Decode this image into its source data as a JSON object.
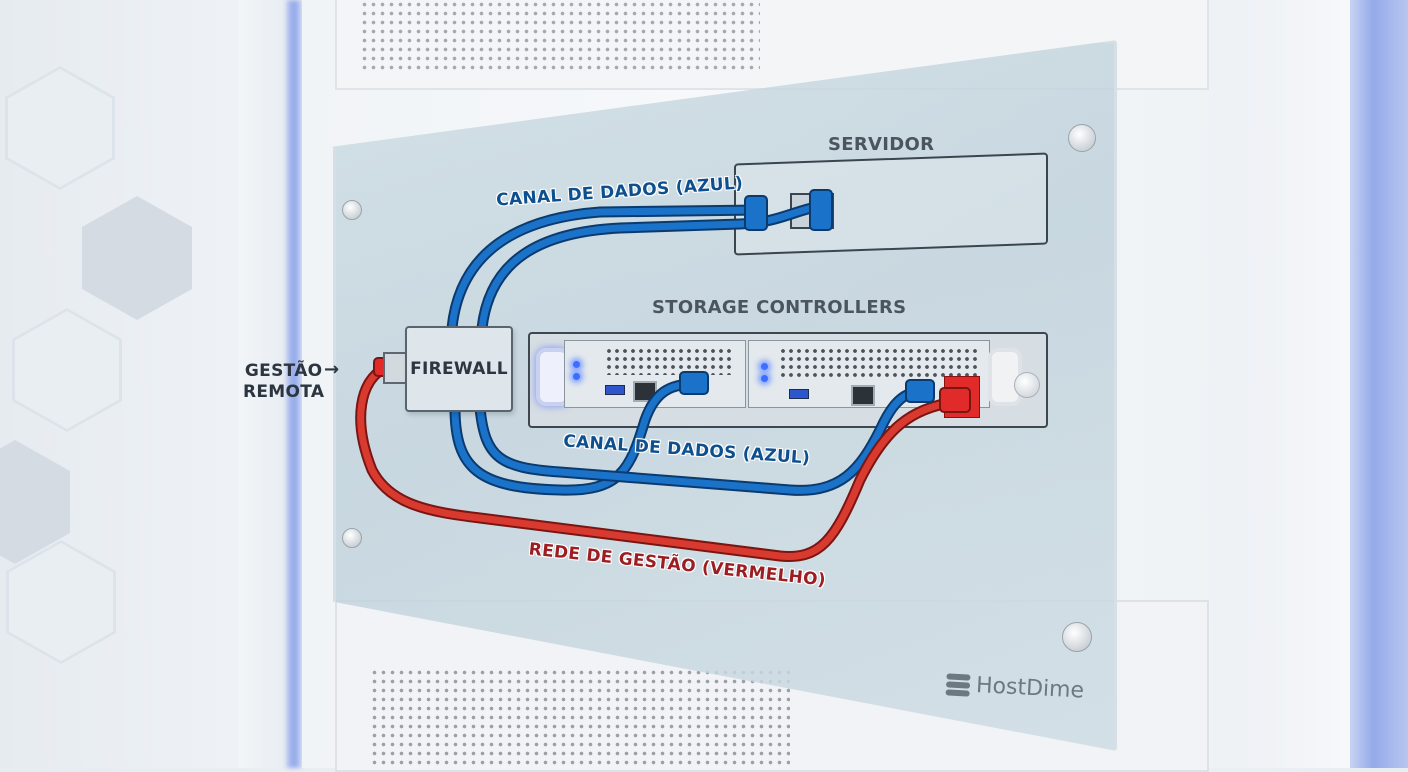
{
  "diagram": {
    "type": "network-cabling-diagram",
    "nodes": {
      "server": {
        "label": "SERVIDOR"
      },
      "storage": {
        "label": "STORAGE CONTROLLERS"
      },
      "firewall": {
        "label": "FIREWALL"
      },
      "remote_management": {
        "label_line1": "GESTÃO",
        "label_line2": "REMOTA",
        "arrow": "→"
      }
    },
    "links": {
      "data_top": {
        "label": "CANAL DE DADOS (AZUL)",
        "color": "#1a73c8"
      },
      "data_bottom": {
        "label": "CANAL DE DADOS (AZUL)",
        "color": "#1a73c8"
      },
      "management": {
        "label": "REDE DE GESTÃO (VERMELHO)",
        "color": "#d83a30"
      }
    },
    "legend": {
      "blue_meaning": "CANAL DE DADOS (AZUL)",
      "red_meaning": "REDE DE GESTÃO (VERMELHO)"
    },
    "brand": {
      "name": "HostDime"
    }
  },
  "colors": {
    "cable_blue": "#1a73c8",
    "cable_blue_dark": "#0b3a6e",
    "cable_red": "#d83a30",
    "cable_red_dark": "#7a1512",
    "led_blue": "#3d6dff",
    "accent_glow": "#8ea4ea"
  }
}
